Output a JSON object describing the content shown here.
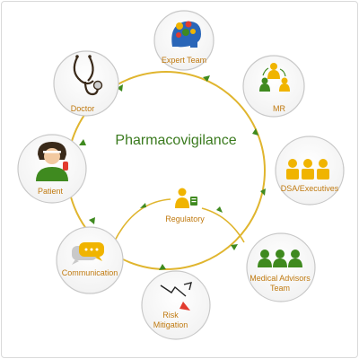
{
  "diagram": {
    "title": "Pharmacovigilance",
    "center": {
      "label": "Regulatory",
      "icon": "regulatory-person-icon"
    },
    "nodes": [
      {
        "id": "expert-team",
        "label_lines": [
          "Expert Team"
        ],
        "icon": "expert-team-gears-head-icon"
      },
      {
        "id": "mr",
        "label_lines": [
          "MR"
        ],
        "icon": "mr-people-cycle-icon"
      },
      {
        "id": "dsa-executives",
        "label_lines": [
          "DSA/Executives"
        ],
        "icon": "executives-group-icon"
      },
      {
        "id": "medical-advisors-team",
        "label_lines": [
          "Medical Advisors",
          "Team"
        ],
        "icon": "medical-advisors-group-icon"
      },
      {
        "id": "risk-mitigation",
        "label_lines": [
          "Risk",
          "Mitigation"
        ],
        "icon": "risk-mitigation-arrow-icon"
      },
      {
        "id": "communication",
        "label_lines": [
          "Communication"
        ],
        "icon": "speech-bubbles-icon"
      },
      {
        "id": "patient",
        "label_lines": [
          "Patient"
        ],
        "icon": "patient-icon"
      },
      {
        "id": "doctor",
        "label_lines": [
          "Doctor"
        ],
        "icon": "stethoscope-icon"
      }
    ],
    "colors": {
      "ring": "#e0b52e",
      "arrow": "#3f8a1f",
      "node_border": "#c8c8c8",
      "label": "#c07a10",
      "title": "#3a7a1e",
      "icon_green": "#3f8a1f",
      "icon_yellow": "#f0b400"
    }
  }
}
